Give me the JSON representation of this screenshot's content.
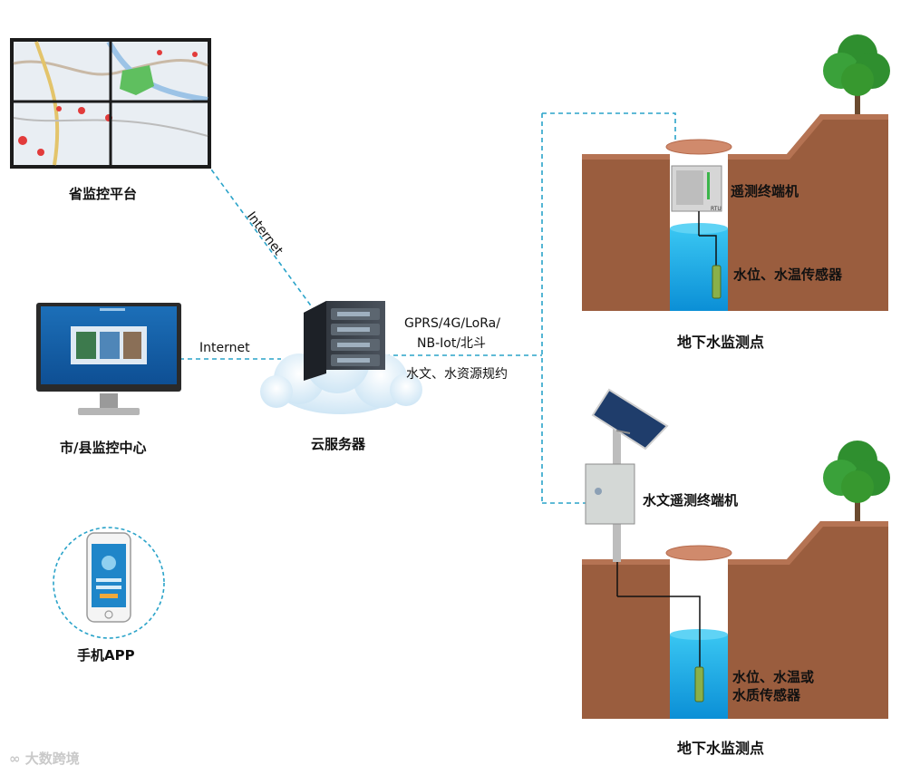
{
  "nodes": {
    "province": "省监控平台",
    "city": "市/县监控中心",
    "app": "手机APP",
    "cloud": "云服务器",
    "site1": "地下水监测点",
    "site2": "地下水监测点",
    "rtu1": "遥测终端机",
    "sensor1": "水位、水温传感器",
    "rtu2": "水文遥测终端机",
    "sensor2_line1": "水位、水温或",
    "sensor2_line2": "水质传感器"
  },
  "links": {
    "internet_top": "Internet",
    "internet_left": "Internet",
    "protocol_line1": "GPRS/4G/LoRa/",
    "protocol_line2": "NB-Iot/北斗",
    "protocol_line3": "水文、水资源规约"
  },
  "device_labels": {
    "rtu_tag": "RTU"
  },
  "watermark": "大数跨境"
}
